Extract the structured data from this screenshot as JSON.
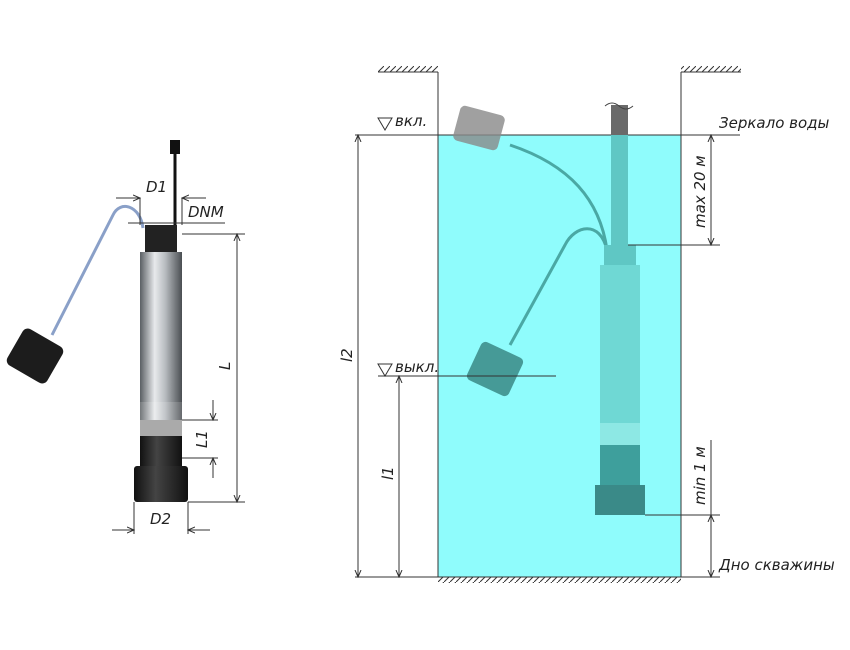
{
  "pump_view": {
    "labels": {
      "d1": "D1",
      "dnm": "DNM",
      "l": "L",
      "l1": "L1",
      "d2": "D2"
    }
  },
  "well_view": {
    "on_level": "вкл.",
    "off_level": "выкл.",
    "water_surface": "Зеркало воды",
    "well_bottom": "Дно скважины",
    "max_depth": "max 20 м",
    "min_clearance": "min 1 м",
    "l2": "l2",
    "l1": "l1"
  },
  "colors": {
    "water": "#8ffcfc",
    "pump_submerged": "#5fc7c4",
    "float": "#222222"
  }
}
